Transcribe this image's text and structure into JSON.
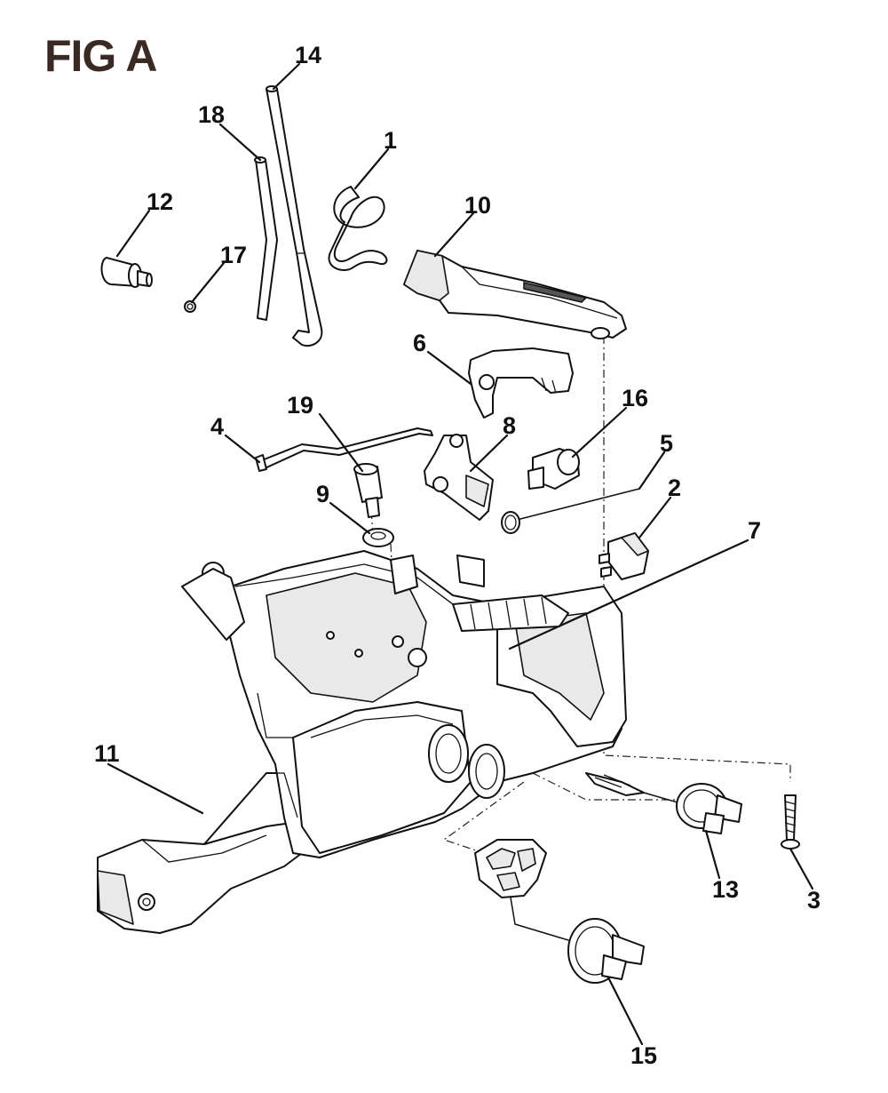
{
  "figure": {
    "title": "FIG A"
  },
  "callouts": {
    "c1": "1",
    "c2": "2",
    "c3": "3",
    "c4": "4",
    "c5": "5",
    "c6": "6",
    "c7": "7",
    "c8": "8",
    "c9": "9",
    "c10": "10",
    "c11": "11",
    "c12": "12",
    "c13": "13",
    "c14": "14",
    "c15": "15",
    "c16": "16",
    "c17": "17",
    "c18": "18",
    "c19": "19"
  }
}
